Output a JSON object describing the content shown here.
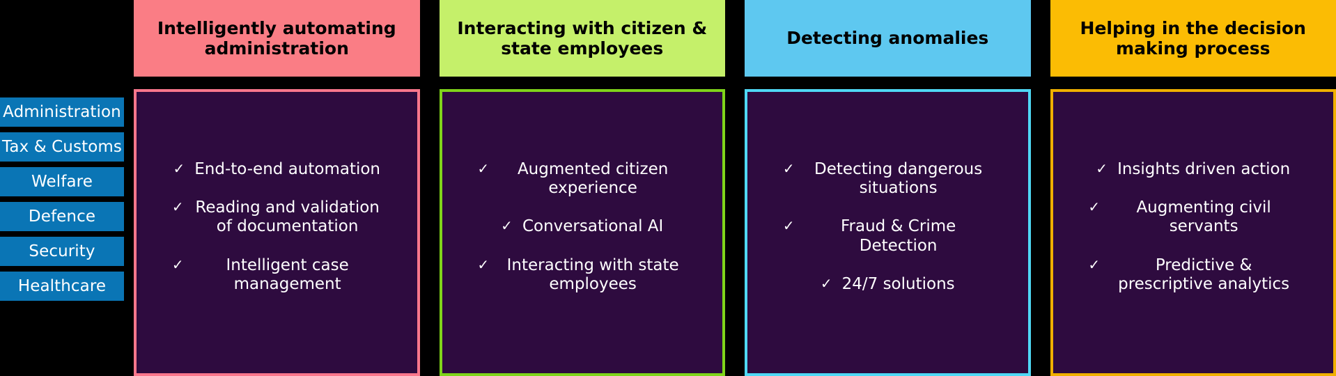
{
  "background": "#000000",
  "sidebar": {
    "item_color": "#0a75b5",
    "item_text_color": "#ffffff",
    "items": [
      {
        "label": "Administration"
      },
      {
        "label": "Tax & Customs"
      },
      {
        "label": "Welfare"
      },
      {
        "label": "Defence"
      },
      {
        "label": "Security"
      },
      {
        "label": "Healthcare"
      }
    ]
  },
  "columns": [
    {
      "header": "Intelligently automating administration",
      "header_bg": "#fa7d85",
      "header_text_color": "#000000",
      "border_color": "#f9778c",
      "body_bg": "#2e0b3f",
      "bullets": [
        {
          "check": "✓",
          "text": "End-to-end automation"
        },
        {
          "check": "✓",
          "text": "Reading and validation of documentation"
        },
        {
          "check": "✓",
          "text": "Intelligent case management"
        }
      ]
    },
    {
      "header": "Interacting with citizen & state employees",
      "header_bg": "#c5f06a",
      "header_text_color": "#000000",
      "border_color": "#7fd41a",
      "body_bg": "#2e0b3f",
      "bullets": [
        {
          "check": "✓",
          "text": "Augmented citizen experience"
        },
        {
          "check": "✓",
          "text": "Conversational AI"
        },
        {
          "check": "✓",
          "text": "Interacting with state employees"
        }
      ]
    },
    {
      "header": "Detecting anomalies",
      "header_bg": "#5ec8f0",
      "header_text_color": "#000000",
      "border_color": "#4fd8f5",
      "body_bg": "#2e0b3f",
      "bullets": [
        {
          "check": "✓",
          "text": "Detecting dangerous situations"
        },
        {
          "check": "✓",
          "text": "Fraud & Crime Detection"
        },
        {
          "check": "✓",
          "text": "24/7 solutions"
        }
      ]
    },
    {
      "header": "Helping in the decision making process",
      "header_bg": "#fbbc04",
      "header_text_color": "#000000",
      "border_color": "#f0b000",
      "body_bg": "#2e0b3f",
      "bullets": [
        {
          "check": "✓",
          "text": "Insights driven action"
        },
        {
          "check": "✓",
          "text": "Augmenting civil servants"
        },
        {
          "check": "✓",
          "text": "Predictive & prescriptive analytics"
        }
      ]
    }
  ]
}
